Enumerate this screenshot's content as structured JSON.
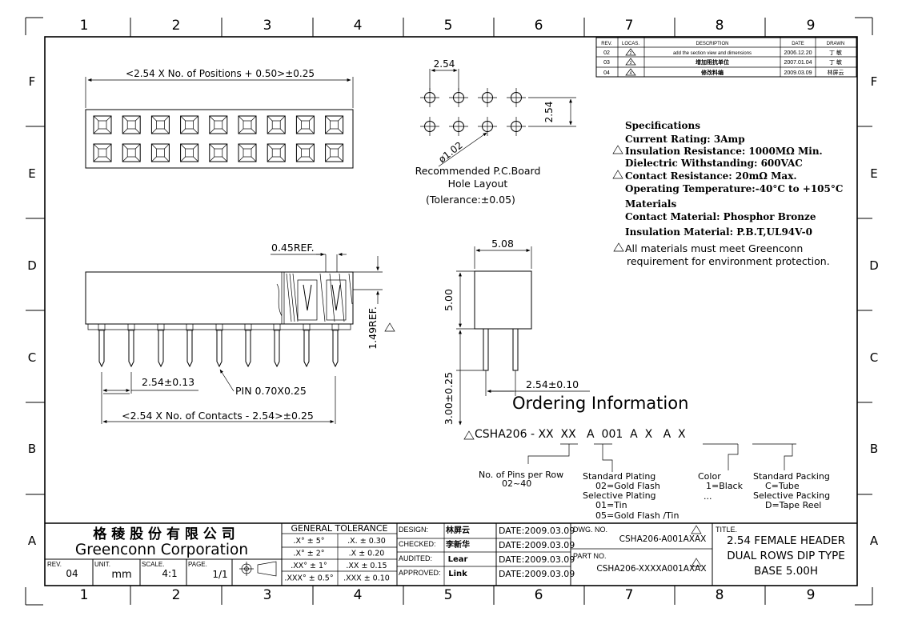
{
  "border": {
    "cols": [
      "1",
      "2",
      "3",
      "4",
      "5",
      "6",
      "7",
      "8",
      "9"
    ],
    "rows": [
      "F",
      "E",
      "D",
      "C",
      "B",
      "A"
    ]
  },
  "revisions": {
    "headers": [
      "REV.",
      "LOCAS.",
      "DESCRIPTION",
      "DATE",
      "DRAWN"
    ],
    "rows": [
      {
        "rev": "02",
        "loc": "2",
        "desc": "add the section view and dimensions",
        "date": "2006.12.20",
        "drawn": "丁 敏"
      },
      {
        "rev": "03",
        "loc": "3",
        "desc": "增加阻抗单位",
        "date": "2007.01.04",
        "drawn": "丁 敏"
      },
      {
        "rev": "04",
        "loc": "4",
        "desc": "修改料编",
        "date": "2009.03.09",
        "drawn": "林屏云"
      }
    ]
  },
  "top_view": {
    "dim_text": "<2.54 X No. of Positions + 0.50>±0.25"
  },
  "hole_layout": {
    "pitch_h": "2.54",
    "pitch_v": "2.54",
    "hole_dia": "ø1.02",
    "caption_1": "Recommended P.C.Board",
    "caption_2": "Hole Layout",
    "caption_3": "(Tolerance:±0.05)"
  },
  "specs": {
    "title": "Specifications",
    "current": "Current Rating:  3Amp",
    "insulation": "Insulation Resistance:  1000MΩ  Min.",
    "dielectric": "Dielectric Withstanding:  600VAC",
    "contact_res": "Contact Resistance:  20mΩ  Max.",
    "temp": "Operating Temperature:-40°C to +105°C",
    "materials_title": "Materials",
    "contact_mat": "Contact Material: Phosphor Bronze",
    "insul_mat": "Insulation Material: P.B.T,UL94V-0",
    "note_1": "All materials must meet Greenconn",
    "note_2": "requirement for environment protection."
  },
  "front_view": {
    "ref": "0.45REF.",
    "height_ref": "1.49REF.",
    "pitch": "2.54±0.13",
    "pin": "PIN 0.70X0.25",
    "contacts_dim": "<2.54 X No. of Contacts - 2.54>±0.25"
  },
  "side_view": {
    "width": "5.08",
    "height": "5.00",
    "tail": "3.00±0.25",
    "row_pitch": "2.54±0.10"
  },
  "ordering": {
    "title": "Ordering Information",
    "part": "CSHA206 - XX  XX   A  001  A  X   A  X",
    "pins_1": "No. of Pins per Row",
    "pins_2": "02~40",
    "plating_1": "Standard Plating",
    "plating_2": "02=Gold Flash",
    "plating_3": "Selective Plating",
    "plating_4": "01=Tin",
    "plating_5": "05=Gold Flash /Tin",
    "color_1": "Color",
    "color_2": "1=Black",
    "color_3": "...",
    "pack_1": "Standard Packing",
    "pack_2": "C=Tube",
    "pack_3": "Selective Packing",
    "pack_4": "D=Tape Reel"
  },
  "title_block": {
    "company_cn": "格 稜 股 份 有 限 公 司",
    "company_en": "Greenconn Corporation",
    "rev_label": "REV.",
    "rev": "04",
    "unit_label": "UNIT.",
    "unit": "mm",
    "scale_label": "SCALE.",
    "scale": "4:1",
    "page_label": "PAGE.",
    "page": "1/1",
    "gt_title": "GENERAL TOLERANCE",
    "gt_rows": [
      {
        "a": ".X° ± 5°",
        "b": ".X.   ± 0.30"
      },
      {
        "a": ".X° ± 2°",
        "b": ".X    ± 0.20"
      },
      {
        "a": ".XX° ± 1°",
        "b": ".XX   ± 0.15"
      },
      {
        "a": ".XXX° ± 0.5°",
        "b": ".XXX  ± 0.10"
      }
    ],
    "roles": [
      {
        "label": "DESIGN:",
        "name": "林屏云",
        "date": "DATE:2009.03.09"
      },
      {
        "label": "CHECKED:",
        "name": "李新华",
        "date": "DATE:2009.03.09"
      },
      {
        "label": "AUDITED:",
        "name": "Lear",
        "date": "DATE:2009.03.09"
      },
      {
        "label": "APPROVED:",
        "name": "Link",
        "date": "DATE:2009.03.09"
      }
    ],
    "dwg_label": "DWG. NO.",
    "dwg_no": "CSHA206-A001AXAX",
    "part_label": "PART NO.",
    "part_no": "CSHA206-XXXXA001AXAX",
    "title_label": "TITLE.",
    "title_1": "2.54 FEMALE HEADER",
    "title_2": "DUAL ROWS DIP TYPE",
    "title_3": "BASE 5.00H"
  }
}
